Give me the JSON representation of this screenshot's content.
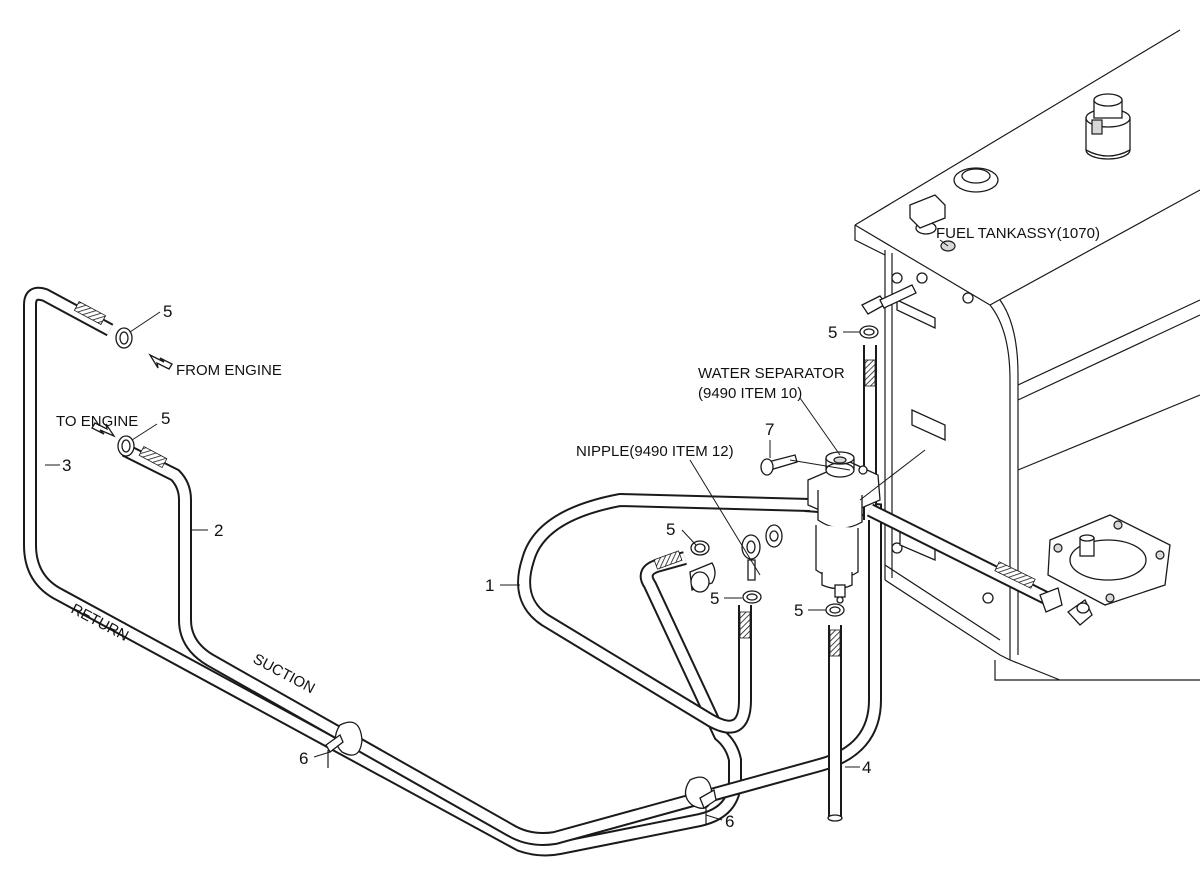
{
  "labels": {
    "fuel_tank": "FUEL TANKASSY(1070)",
    "water_separator_line1": "WATER SEPARATOR",
    "water_separator_line2": "(9490 ITEM 10)",
    "nipple": "NIPPLE(9490 ITEM 12)",
    "from_engine": "FROM ENGINE",
    "to_engine": "TO ENGINE",
    "return": "RETURN",
    "suction": "SUCTION"
  },
  "item_numbers": {
    "clamp_top_left": "5",
    "clamp_to_engine": "5",
    "hose_3": "3",
    "hose_2": "2",
    "hose_1": "1",
    "hose_4": "4",
    "tie_left": "6",
    "tie_right": "6",
    "bolt_7": "7",
    "clamp_nipple": "5",
    "clamp_sep_left": "5",
    "clamp_sep_bottom": "5",
    "clamp_tank": "5"
  },
  "colors": {
    "line": "#1a1a1a",
    "background": "#ffffff",
    "shading": "#d8d8d8"
  }
}
